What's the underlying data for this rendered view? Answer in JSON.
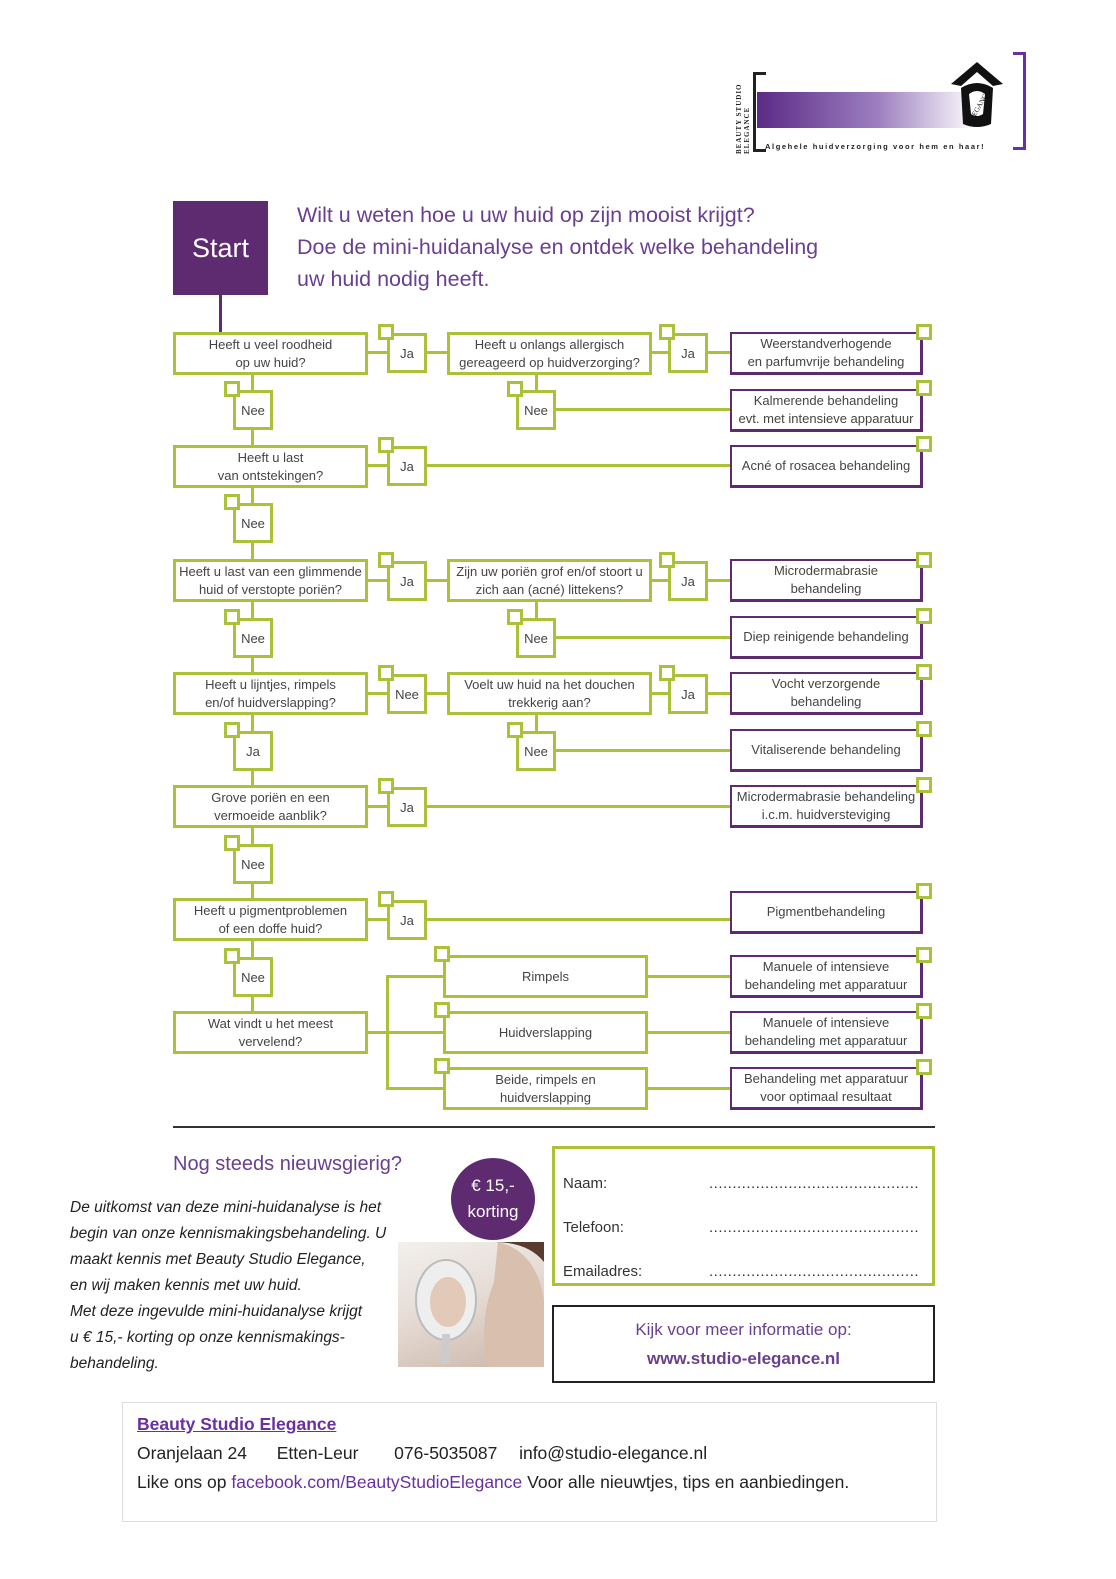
{
  "logo": {
    "vertical_text": "BEAUTY STUDIO ELEGANCE",
    "tagline": "Algehele huidverzorging voor hem en haar!",
    "emblem_text": "ELEGANCE"
  },
  "start_label": "Start",
  "intro": [
    "Wilt u weten hoe u uw huid op zijn mooist krijgt?",
    "Doe de mini-huidanalyse en ontdek welke behandeling",
    "uw huid nodig heeft."
  ],
  "questions": {
    "q1": "Heeft u veel roodheid\nop uw huid?",
    "q2": "Heeft u onlangs allergisch\ngereageerd op huidverzorging?",
    "q3": "Heeft u last\nvan ontstekingen?",
    "q4": "Heeft u last van een glimmende\nhuid of verstopte poriën?",
    "q5": "Zijn uw poriën grof en/of stoort u\nzich aan (acné) littekens?",
    "q6": "Heeft u lijntjes, rimpels\nen/of huidverslapping?",
    "q7": "Voelt uw huid na het douchen\ntrekkerig aan?",
    "q8": "Grove poriën en een\nvermoeide aanblik?",
    "q9": "Heeft u pigmentproblemen\nof een doffe huid?",
    "q10": "Wat vindt u het meest\nvervelend?",
    "opt1": "Rimpels",
    "opt2": "Huidverslapping",
    "opt3": "Beide, rimpels en\nhuidverslapping"
  },
  "answers": {
    "ja": "Ja",
    "nee": "Nee"
  },
  "results": {
    "r1": "Weerstandverhogende\nen parfumvrije behandeling",
    "r2": "Kalmerende behandeling\nevt. met intensieve apparatuur",
    "r3": "Acné of rosacea behandeling",
    "r4": "Microdermabrasie\nbehandeling",
    "r5": "Diep reinigende behandeling",
    "r6": "Vocht verzorgende\nbehandeling",
    "r7": "Vitaliserende behandeling",
    "r8": "Microdermabrasie behandeling\ni.c.m. huidversteviging",
    "r9": "Pigmentbehandeling",
    "r10": "Manuele of intensieve\nbehandeling met apparatuur",
    "r11": "Manuele of intensieve\nbehandeling met apparatuur",
    "r12": "Behandeling met apparatuur\nvoor optimaal resultaat"
  },
  "bottom": {
    "heading": "Nog steeds nieuwsgierig?",
    "badge_line1": "€ 15,-",
    "badge_line2": "korting",
    "description": "De uitkomst van deze mini-huidanalyse is het\nbegin van onze kennismakingsbehandeling. U\nmaakt kennis met Beauty Studio Elegance,\n en wij maken kennis met uw huid.\nMet deze  ingevulde mini-huidanalyse krijgt\n u € 15,- korting op onze kennismakings-\nbehandeling.",
    "form": {
      "naam": "Naam:",
      "telefoon": "Telefoon:",
      "email": "Emailadres:",
      "dots": "............................................."
    },
    "info_line": "Kijk voor meer informatie op:",
    "info_url": "www.studio-elegance.nl"
  },
  "footer": {
    "brand": "Beauty Studio Elegance",
    "address": "Oranjelaan 24",
    "city": "Etten-Leur",
    "phone": "076-5035087",
    "email": "info@studio-elegance.nl",
    "like_prefix": "Like ons op",
    "facebook": "facebook.com/BeautyStudioElegance",
    "like_suffix": "Voor alle nieuwtjes, tips en aanbiedingen."
  },
  "colors": {
    "purple": "#5e2a70",
    "green": "#a9c23a",
    "text_purple": "#6a3f8e"
  }
}
